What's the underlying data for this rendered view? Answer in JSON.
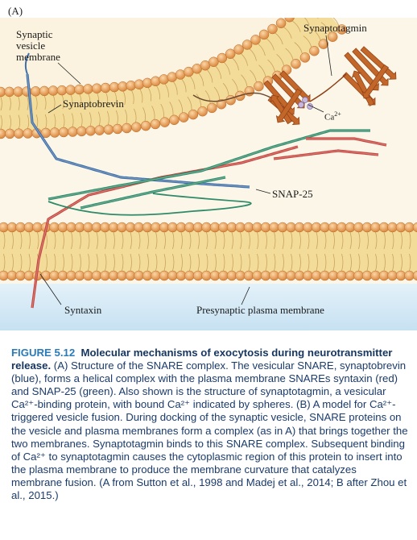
{
  "panel_label": "(A)",
  "labels": {
    "vesicle": [
      "Synaptic",
      "vesicle",
      "membrane"
    ],
    "synaptotagmin": "Synaptotagmin",
    "synaptobrevin": "Synaptobrevin",
    "calcium": "Ca",
    "calcium_sup": "2+",
    "snap25": "SNAP-25",
    "syntaxin": "Syntaxin",
    "plasma_membrane": "Presynaptic plasma membrane"
  },
  "caption": {
    "number": "FIGURE 5.12",
    "title": "Molecular mechanisms of exocytosis during neuro­transmitter release.",
    "text": " (A) Structure of the SNARE complex. The vesicular SNARE, synaptobrevin (blue), forms a helical complex with the plasma membrane SNAREs syntaxin (red) and SNAP-25 (green). Also shown is the structure of synaptotagmin, a vesicular Ca²⁺-binding protein, with bound Ca²⁺ indicated by spheres. (B) A model for Ca²⁺-triggered vesicle fusion. During docking of the synaptic vesicle, SNARE proteins on the vesicle and plasma membranes form a complex (as in A) that brings together the two membranes. Synaptotagmin binds to this SNARE complex. Subsequent binding of Ca²⁺ to synaptotagmin causes the cytoplasmic region of this protein to insert into the plasma membrane to produce the membrane curvature that catalyzes membrane fusion. (A from Sutton et al., 1998 and Madej et al., 2014; B after Zhou et al., 2015.)"
  },
  "colors": {
    "lipid_head": "#e8a25a",
    "lipid_tail": "#f3dc9a",
    "vesicle_fill": "#fbf3df",
    "cytoplasm": "#fbf6e8",
    "extracellular": "#cfe6f4",
    "synaptobrevin": "#3f6fa8",
    "syntaxin": "#c6433c",
    "snap25": "#2f8a6a",
    "synaptotagmin": "#c2662a",
    "calcium": "#c7b7de"
  }
}
